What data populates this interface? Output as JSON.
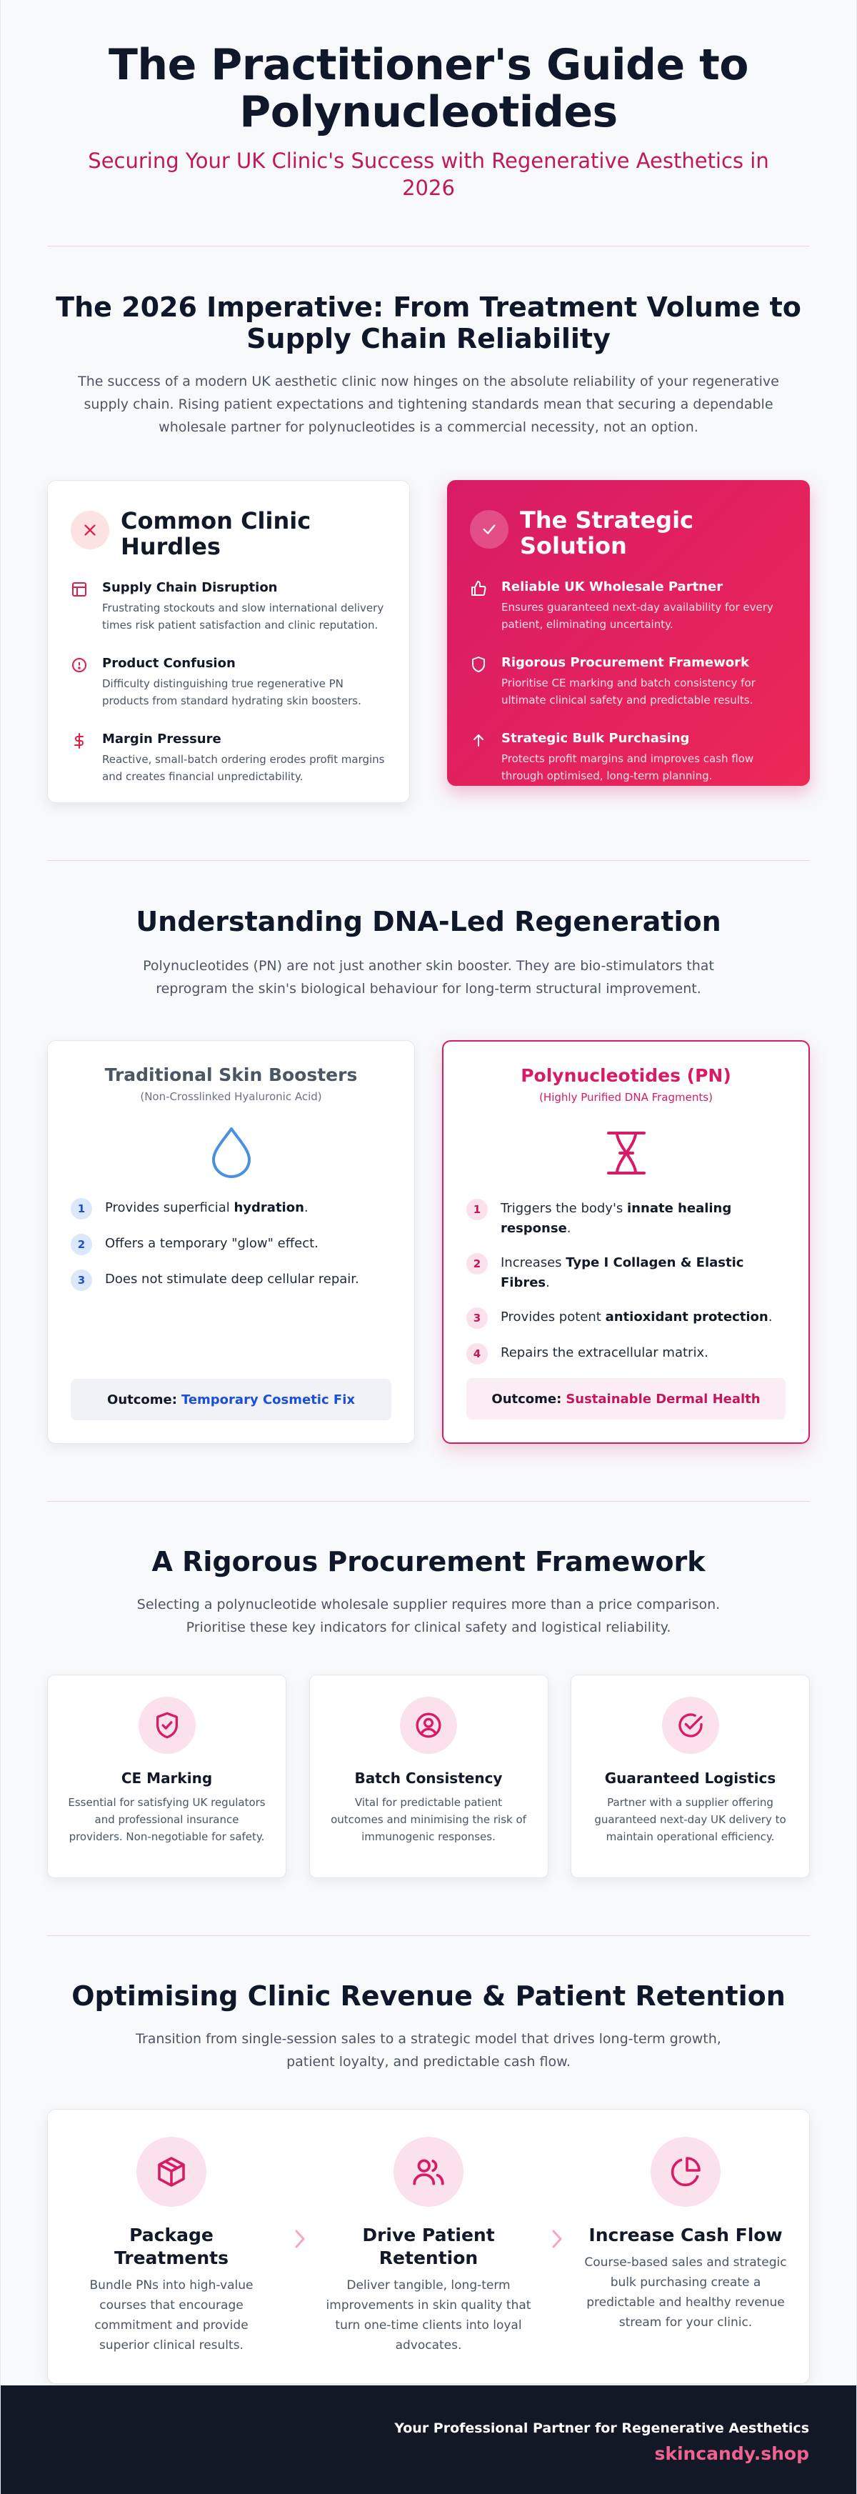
{
  "hero": {
    "title_line1": "The Practitioner's Guide to",
    "title_line2": "Polynucleotides",
    "subtitle": "Securing Your UK Clinic's Success with Regenerative Aesthetics in 2026"
  },
  "imperative": {
    "title_line1": "The 2026 Imperative: From Treatment Volume to",
    "title_line2": "Supply Chain Reliability",
    "lead": "The success of a modern UK aesthetic clinic now hinges on the absolute reliability of your regenerative supply chain. Rising patient expectations and tightening standards mean that securing a dependable wholesale partner for polynucleotides is a commercial necessity, not an option.",
    "hurdles": {
      "title": "Common Clinic Hurdles",
      "items": [
        {
          "icon": "layout-icon",
          "title": "Supply Chain Disruption",
          "desc": "Frustrating stockouts and slow international delivery times risk patient satisfaction and clinic reputation."
        },
        {
          "icon": "info-icon",
          "title": "Product Confusion",
          "desc": "Difficulty distinguishing true regenerative PN products from standard hydrating skin boosters."
        },
        {
          "icon": "dollar-icon",
          "title": "Margin Pressure",
          "desc": "Reactive, small-batch ordering erodes profit margins and creates financial unpredictability."
        }
      ]
    },
    "solution": {
      "title": "The Strategic Solution",
      "items": [
        {
          "icon": "thumbs-up-icon",
          "title": "Reliable UK Wholesale Partner",
          "desc": "Ensures guaranteed next-day availability for every patient, eliminating uncertainty."
        },
        {
          "icon": "shield-icon",
          "title": "Rigorous Procurement Framework",
          "desc": "Prioritise CE marking and batch consistency for ultimate clinical safety and predictable results."
        },
        {
          "icon": "arrow-up-icon",
          "title": "Strategic Bulk Purchasing",
          "desc": "Protects profit margins and improves cash flow through optimised, long-term planning."
        }
      ]
    }
  },
  "regeneration": {
    "title": "Understanding DNA-Led Regeneration",
    "lead_line1": "Polynucleotides (PN) are not just another skin booster. They are bio-stimulators that",
    "lead_line2": "reprogram the skin's biological behaviour for long-term structural improvement.",
    "traditional": {
      "title": "Traditional Skin Boosters",
      "subtitle": "(Non-Crosslinked Hyaluronic Acid)",
      "items": [
        {
          "n": "1",
          "pre": "Provides superficial ",
          "bold": "hydration",
          "post": "."
        },
        {
          "n": "2",
          "pre": "Offers a temporary \"glow\" effect.",
          "bold": "",
          "post": ""
        },
        {
          "n": "3",
          "pre": "Does not stimulate deep cellular repair.",
          "bold": "",
          "post": ""
        }
      ],
      "outcome_label": "Outcome:",
      "outcome_value": "Temporary Cosmetic Fix"
    },
    "pn": {
      "title": "Polynucleotides (PN)",
      "subtitle": "(Highly Purified DNA Fragments)",
      "items": [
        {
          "n": "1",
          "pre": "Triggers the body's ",
          "bold": "innate healing response",
          "post": "."
        },
        {
          "n": "2",
          "pre": "Increases ",
          "bold": "Type I Collagen & Elastic Fibres",
          "post": "."
        },
        {
          "n": "3",
          "pre": "Provides potent ",
          "bold": "antioxidant protection",
          "post": "."
        },
        {
          "n": "4",
          "pre": "Repairs the extracellular matrix.",
          "bold": "",
          "post": ""
        }
      ],
      "outcome_label": "Outcome:",
      "outcome_value": "Sustainable Dermal Health"
    }
  },
  "procurement": {
    "title": "A Rigorous Procurement Framework",
    "lead_line1": "Selecting a polynucleotide wholesale supplier requires more than a price comparison.",
    "lead_line2": "Prioritise these key indicators for clinical safety and logistical reliability.",
    "cards": [
      {
        "icon": "shield-check-icon",
        "title": "CE Marking",
        "desc": "Essential for satisfying UK regulators and professional insurance providers. Non-negotiable for safety."
      },
      {
        "icon": "user-circle-icon",
        "title": "Batch Consistency",
        "desc": "Vital for predictable patient outcomes and minimising the risk of immunogenic responses."
      },
      {
        "icon": "check-circle-icon",
        "title": "Guaranteed Logistics",
        "desc": "Partner with a supplier offering guaranteed next-day UK delivery to maintain operational efficiency."
      }
    ]
  },
  "revenue": {
    "title": "Optimising Clinic Revenue & Patient Retention",
    "lead_line1": "Transition from single-session sales to a strategic model that drives long-term growth,",
    "lead_line2": "patient loyalty, and predictable cash flow.",
    "steps": [
      {
        "icon": "package-icon",
        "title_line1": "Package",
        "title_line2": "Treatments",
        "desc": "Bundle PNs into high-value courses that encourage commitment and provide superior clinical results."
      },
      {
        "icon": "users-icon",
        "title_line1": "Drive Patient",
        "title_line2": "Retention",
        "desc": "Deliver tangible, long-term improvements in skin quality that turn one-time clients into loyal advocates."
      },
      {
        "icon": "pie-chart-icon",
        "title_line1": "Increase Cash Flow",
        "title_line2": "",
        "desc": "Course-based sales and strategic bulk purchasing create a predictable and healthy revenue stream for your clinic."
      }
    ]
  },
  "footer": {
    "tagline": "Your Professional Partner for Regenerative Aesthetics",
    "site": "skincandy.shop"
  },
  "colors": {
    "accent": "#d81b66",
    "accent_light": "#fbe1ec",
    "navy": "#121826",
    "blue": "#1d4ed8"
  }
}
